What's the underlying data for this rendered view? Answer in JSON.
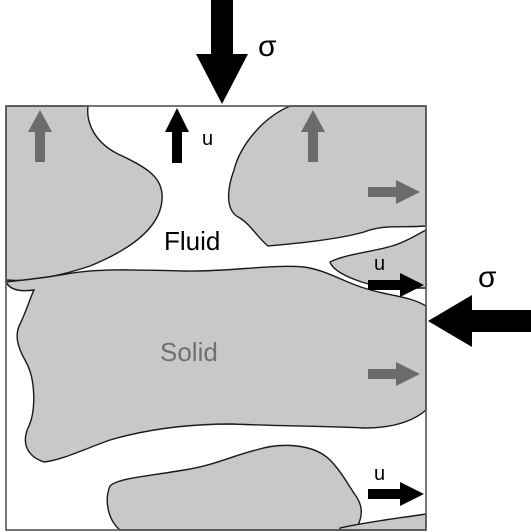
{
  "labels": {
    "fluid": "Fluid",
    "solid": "Solid",
    "stress_top": "σ",
    "stress_right": "σ",
    "displacement_top": "u",
    "displacement_mid_right": "u",
    "displacement_bottom_right": "u"
  },
  "colors": {
    "solid_fill": "#c8c8c8",
    "grain_outline": "#1a1a1a",
    "box_outline": "#555555",
    "gray_arrow": "#6b6b6b",
    "black_arrow": "#000000",
    "solid_label": "#707070",
    "fluid_label": "#000000"
  }
}
